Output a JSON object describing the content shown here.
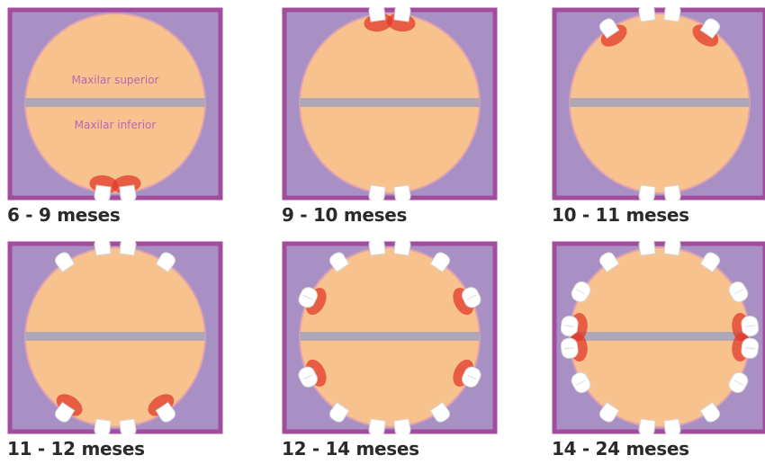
{
  "colors": {
    "frame": "#a24c9e",
    "frame_fill": "#a890c4",
    "jaw": "#f7c28e",
    "gum": "#dfa0b3",
    "gap": "#ada7b8",
    "redness": "#e33a2a",
    "tooth": "#ffffff",
    "tooth_shade": "#d9d9d9",
    "label_text": "#b469b3"
  },
  "panels": [
    {
      "id": "p1",
      "caption": "6 - 9 meses",
      "labels": {
        "upper": "Maxilar superior",
        "lower": "Maxilar inferior"
      },
      "upper_teeth": [],
      "lower_teeth": [
        {
          "a": 98,
          "type": "incisor",
          "red": true
        },
        {
          "a": 82,
          "type": "incisor",
          "red": true
        }
      ]
    },
    {
      "id": "p2",
      "caption": "9 - 10 meses",
      "labels": {
        "upper": "",
        "lower": ""
      },
      "upper_teeth": [
        {
          "a": 262,
          "type": "incisor",
          "red": true
        },
        {
          "a": 278,
          "type": "incisor",
          "red": true
        }
      ],
      "lower_teeth": [
        {
          "a": 98,
          "type": "incisor",
          "red": false
        },
        {
          "a": 82,
          "type": "incisor",
          "red": false
        }
      ]
    },
    {
      "id": "p3",
      "caption": "10 - 11 meses",
      "labels": {
        "upper": "",
        "lower": ""
      },
      "upper_teeth": [
        {
          "a": 236,
          "type": "incisor",
          "red": true
        },
        {
          "a": 262,
          "type": "incisor",
          "red": false
        },
        {
          "a": 278,
          "type": "incisor",
          "red": false
        },
        {
          "a": 304,
          "type": "incisor",
          "red": true
        }
      ],
      "lower_teeth": [
        {
          "a": 98,
          "type": "incisor",
          "red": false
        },
        {
          "a": 82,
          "type": "incisor",
          "red": false
        }
      ]
    },
    {
      "id": "p4",
      "caption": "11 - 12 meses",
      "labels": {
        "upper": "",
        "lower": ""
      },
      "upper_teeth": [
        {
          "a": 236,
          "type": "incisor",
          "red": false
        },
        {
          "a": 262,
          "type": "incisor",
          "red": false
        },
        {
          "a": 278,
          "type": "incisor",
          "red": false
        },
        {
          "a": 304,
          "type": "incisor",
          "red": false
        }
      ],
      "lower_teeth": [
        {
          "a": 124,
          "type": "incisor",
          "red": true
        },
        {
          "a": 98,
          "type": "incisor",
          "red": false
        },
        {
          "a": 82,
          "type": "incisor",
          "red": false
        },
        {
          "a": 56,
          "type": "incisor",
          "red": true
        }
      ]
    },
    {
      "id": "p5",
      "caption": "12 - 14 meses",
      "labels": {
        "upper": "",
        "lower": ""
      },
      "upper_teeth": [
        {
          "a": 206,
          "type": "molar",
          "red": true
        },
        {
          "a": 236,
          "type": "incisor",
          "red": false
        },
        {
          "a": 262,
          "type": "incisor",
          "red": false
        },
        {
          "a": 278,
          "type": "incisor",
          "red": false
        },
        {
          "a": 304,
          "type": "incisor",
          "red": false
        },
        {
          "a": 334,
          "type": "molar",
          "red": true
        }
      ],
      "lower_teeth": [
        {
          "a": 154,
          "type": "molar",
          "red": true
        },
        {
          "a": 124,
          "type": "incisor",
          "red": false
        },
        {
          "a": 98,
          "type": "incisor",
          "red": false
        },
        {
          "a": 82,
          "type": "incisor",
          "red": false
        },
        {
          "a": 56,
          "type": "incisor",
          "red": false
        },
        {
          "a": 26,
          "type": "molar",
          "red": true
        }
      ]
    },
    {
      "id": "p6",
      "caption": "14 - 24 meses",
      "labels": {
        "upper": "",
        "lower": ""
      },
      "upper_teeth": [
        {
          "a": 187,
          "type": "molar",
          "red": true
        },
        {
          "a": 210,
          "type": "molar",
          "red": false
        },
        {
          "a": 236,
          "type": "incisor",
          "red": false
        },
        {
          "a": 262,
          "type": "incisor",
          "red": false
        },
        {
          "a": 278,
          "type": "incisor",
          "red": false
        },
        {
          "a": 304,
          "type": "incisor",
          "red": false
        },
        {
          "a": 330,
          "type": "molar",
          "red": false
        },
        {
          "a": 353,
          "type": "molar",
          "red": true
        }
      ],
      "lower_teeth": [
        {
          "a": 173,
          "type": "molar",
          "red": true
        },
        {
          "a": 150,
          "type": "molar",
          "red": false
        },
        {
          "a": 124,
          "type": "incisor",
          "red": false
        },
        {
          "a": 98,
          "type": "incisor",
          "red": false
        },
        {
          "a": 82,
          "type": "incisor",
          "red": false
        },
        {
          "a": 56,
          "type": "incisor",
          "red": false
        },
        {
          "a": 30,
          "type": "molar",
          "red": false
        },
        {
          "a": 7,
          "type": "molar",
          "red": true
        }
      ]
    }
  ]
}
